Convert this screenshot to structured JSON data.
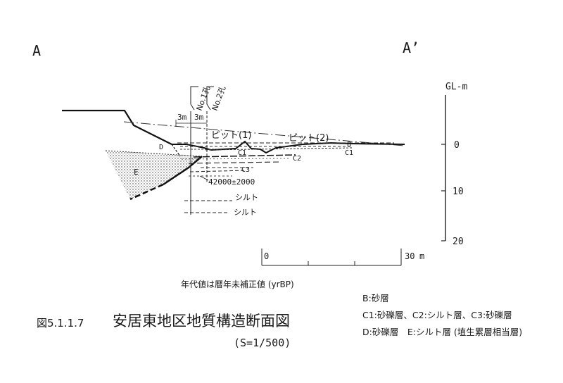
{
  "section": {
    "start": "A",
    "end": "A’"
  },
  "depth_axis": {
    "unit": "GL-m",
    "ticks": [
      "0",
      "10",
      "20"
    ]
  },
  "boreholes": {
    "no1": "No.1孔",
    "no2": "No.2孔",
    "spacing1": "3m",
    "spacing2": "3m"
  },
  "pits": {
    "pit1": "ピット(1)",
    "pit2": "ピット(2)"
  },
  "layers": {
    "B": "B",
    "C1_left": "C1",
    "C1_right": "C1",
    "C2": "C2",
    "C3": "C3",
    "D": "D",
    "E": "E",
    "silt_1": "シルト",
    "silt_2": "シルト"
  },
  "age": "42000±2000",
  "scale_bar": {
    "start": "0",
    "end": "30",
    "unit": "m"
  },
  "note": "年代値は暦年未補正値 (yrBP)",
  "figure": {
    "number": "図5.1.1.7",
    "title": "安居東地区地質構造断面図",
    "scale": "(S=1/500)"
  },
  "legend": [
    "B:砂層",
    "C1:砂礫層、C2:シルト層、C3:砂礫層",
    "D:砂礫層　E:シルト層 (埴生累層相当層)"
  ]
}
